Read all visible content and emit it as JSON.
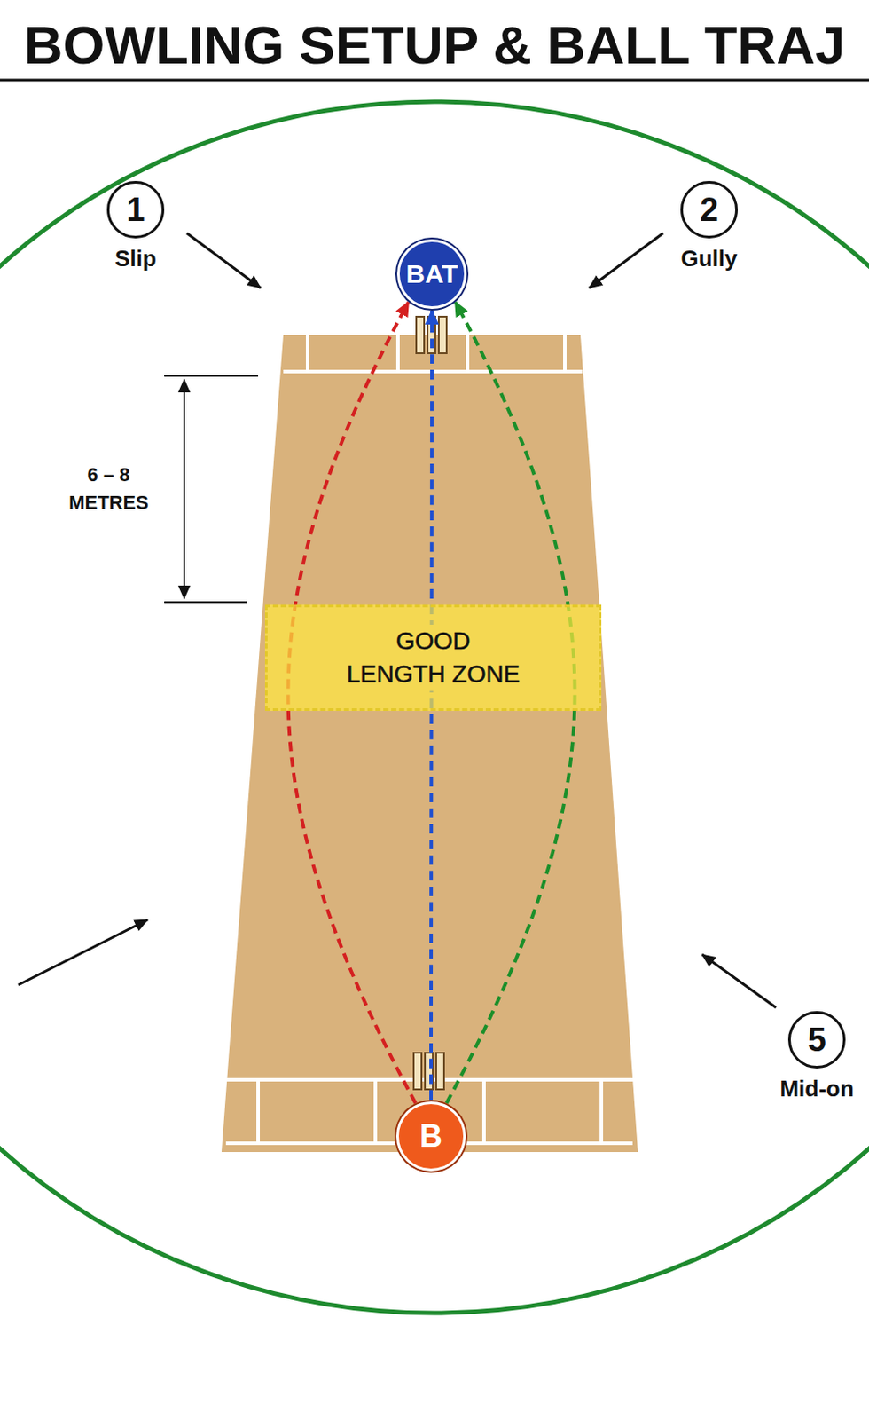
{
  "diagram": {
    "title": "BOWLING SETUP & BALL TRAJ",
    "nodes": [
      {
        "text": [
          "1",
          "Slip"
        ]
      },
      {
        "text": [
          "BAT"
        ]
      },
      {
        "text": [
          "2",
          "Gully"
        ]
      },
      {
        "text": [
          "GOOD LENGTH ZONE"
        ]
      },
      {
        "text": [
          "5",
          "Mid-on"
        ]
      },
      {
        "text": [
          "B"
        ]
      }
    ],
    "edges": [
      {
        "from": 5,
        "to": 1,
        "arrow": "to"
      },
      {
        "from": 5,
        "to": 1,
        "arrow": "to"
      },
      {
        "from": 5,
        "to": 1,
        "arrow": "to"
      }
    ],
    "labels": [
      "6 – 8 METRES"
    ]
  }
}
